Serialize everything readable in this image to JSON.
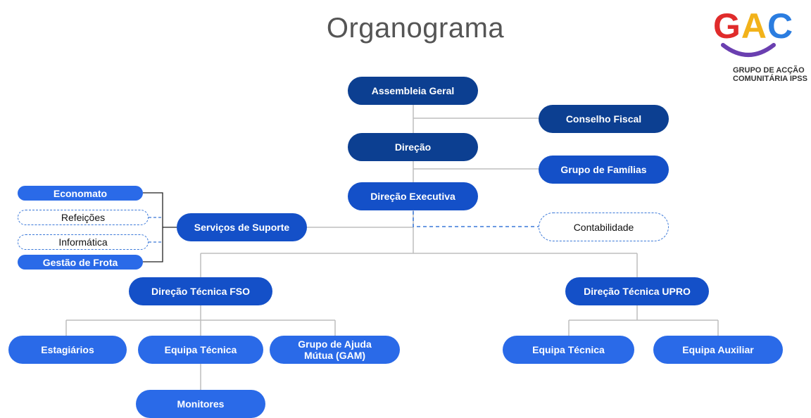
{
  "title": "Organograma",
  "logo": {
    "letters": [
      "G",
      "A",
      "C"
    ],
    "letter_colors": [
      "#e02b2b",
      "#f2b21a",
      "#2b7de0"
    ],
    "smile_color": "#6a3fb0",
    "line1": "GRUPO DE ACÇÃO",
    "line2": "COMUNITÁRIA IPSS"
  },
  "nodes": {
    "assembleia": "Assembleia Geral",
    "conselho": "Conselho Fiscal",
    "direcao": "Direção",
    "grupo_familias": "Grupo de Famílias",
    "direcao_executiva": "Direção Executiva",
    "contabilidade": "Contabilidade",
    "servicos_suporte": "Serviços de Suporte",
    "economato": "Economato",
    "refeicoes": "Refeições",
    "informatica": "Informática",
    "gestao_frota": "Gestão de Frota",
    "dt_fso": "Direção Técnica FSO",
    "dt_upro": "Direção Técnica UPRO",
    "estagiarios": "Estagiários",
    "equipa_tecnica_fso": "Equipa Técnica",
    "gam_line1": "Grupo de Ajuda",
    "gam_line2": "Mútua (GAM)",
    "monitores": "Monitores",
    "equipa_tecnica_upro": "Equipa Técnica",
    "equipa_auxiliar": "Equipa Auxiliar"
  },
  "colors": {
    "dark": "#0c3f91",
    "mid": "#1450c8",
    "light": "#2a6ae8",
    "connector": "#bdbdbd",
    "dashed": "#3a78d8",
    "bracket": "#222222"
  }
}
